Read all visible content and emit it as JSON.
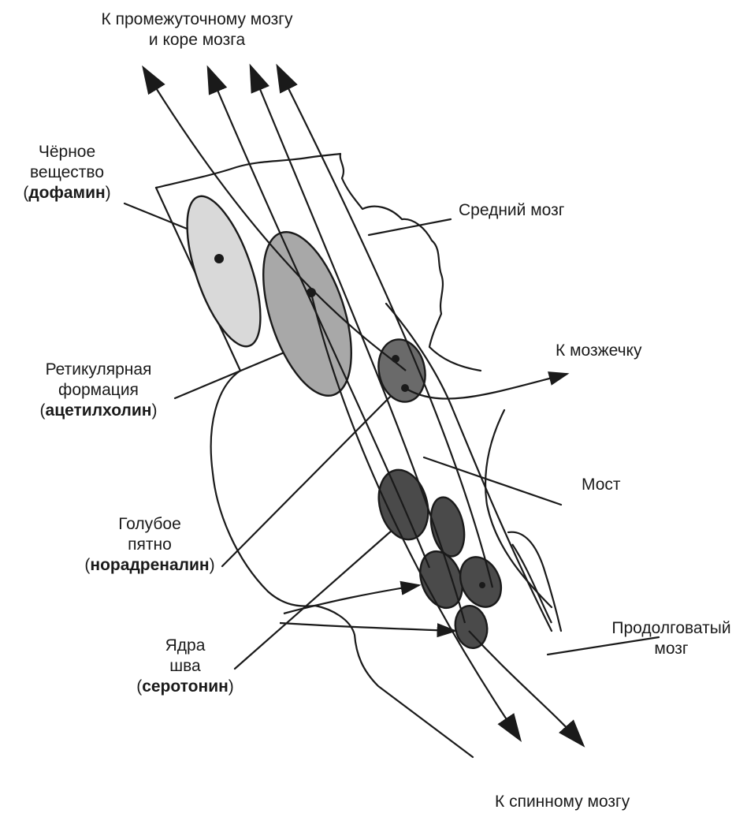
{
  "labels": {
    "top_line1": "К промежуточному мозгу",
    "top_line2": "и коре мозга",
    "substantia_line1": "Чёрное",
    "substantia_line2": "вещество",
    "substantia_nt": "дофамин",
    "midbrain": "Средний мозг",
    "reticular_line1": "Ретикулярная",
    "reticular_line2": "формация",
    "reticular_nt": "ацетилхолин",
    "cerebellum": "К мозжечку",
    "pons": "Мост",
    "locus_line1": "Голубое",
    "locus_line2": "пятно",
    "locus_nt": "норадреналин",
    "medulla_line1": "Продолговатый",
    "medulla_line2": "мозг",
    "raphe_line1": "Ядра",
    "raphe_line2": "шва",
    "raphe_nt": "серотонин",
    "spinal": "К спинному мозгу"
  },
  "paren_open": "(",
  "paren_close": ")",
  "colors": {
    "ink": "#1a1a1a",
    "substantia_fill": "#d9d9d9",
    "reticular_fill": "#a8a8a8",
    "locus_fill": "#6a6a6a",
    "raphe_fill": "#4a4a4a"
  }
}
